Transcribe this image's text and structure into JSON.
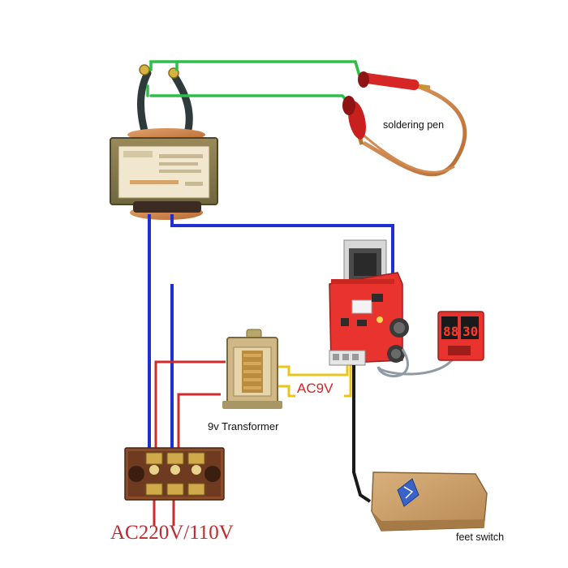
{
  "labels": {
    "soldering_pen": "soldering pen",
    "ac9v": "AC9V",
    "transformer_9v": "9v Transformer",
    "mains": "AC220V/110V",
    "feet_switch": "feet switch"
  },
  "display": {
    "left_digits": "88",
    "right_digits": "30"
  },
  "colors": {
    "green_wire": "#2bbf4a",
    "blue_wire": "#1f2fd0",
    "red_wire": "#d22a2a",
    "yellow_wire": "#e8c51e",
    "black_wire": "#1a1a1a",
    "pcb_red": "#e8332e",
    "pedal_tan": "#cfa46f"
  }
}
